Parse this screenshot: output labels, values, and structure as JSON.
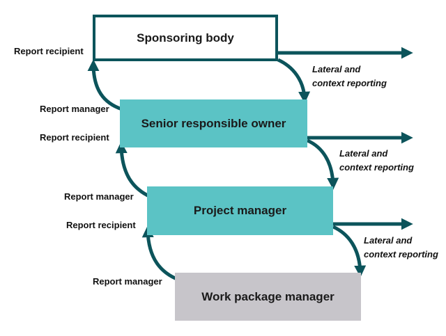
{
  "title": "Project reporting hierarchy diagram",
  "colors": {
    "arrow_dark_teal": "#0C545B",
    "box_teal_fill": "#5BC3C5",
    "box_gray_fill": "#C7C5CA",
    "box_white_fill": "#FFFFFF",
    "text": "#1A1A1A"
  },
  "boxes": [
    {
      "label": "Sponsoring body"
    },
    {
      "label": "Senior responsible owner"
    },
    {
      "label": "Project manager"
    },
    {
      "label": "Work package manager"
    }
  ],
  "left_labels": [
    {
      "text": "Report recipient"
    },
    {
      "text": "Report manager"
    },
    {
      "text": "Report recipient"
    },
    {
      "text": "Report manager"
    },
    {
      "text": "Report recipient"
    },
    {
      "text": "Report manager"
    }
  ],
  "lateral_labels": [
    {
      "line1": "Lateral and",
      "line2": "context reporting"
    },
    {
      "line1": "Lateral and",
      "line2": "context reporting"
    },
    {
      "line1": "Lateral and",
      "line2": "context reporting"
    }
  ]
}
